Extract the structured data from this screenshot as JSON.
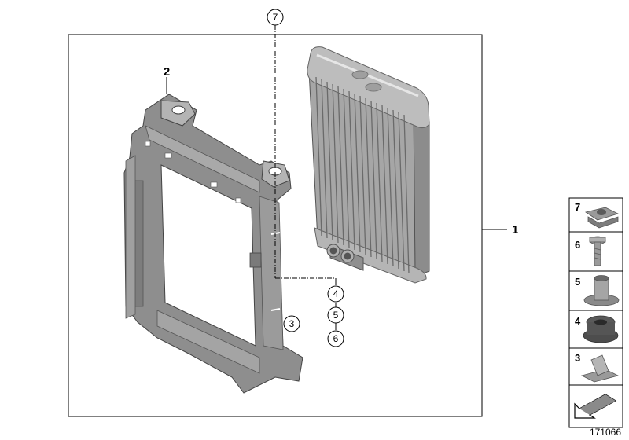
{
  "callouts": {
    "c1": "1",
    "c2": "2",
    "c3": "3",
    "c4": "4",
    "c5": "5",
    "c6": "6",
    "c7": "7"
  },
  "parts_panel": {
    "items": [
      {
        "label": "7",
        "icon": "clip-nut-icon"
      },
      {
        "label": "6",
        "icon": "bolt-icon"
      },
      {
        "label": "5",
        "icon": "rubber-bushing-icon"
      },
      {
        "label": "4",
        "icon": "grommet-icon"
      },
      {
        "label": "3",
        "icon": "spring-clip-icon"
      }
    ],
    "footer_icon": "direction-arrow-icon"
  },
  "diagram_ref": "171066",
  "colors": {
    "line": "#000000",
    "part_gray": "#9a9a9a",
    "part_dark": "#6e6e6e",
    "part_light": "#c8c8c8"
  }
}
